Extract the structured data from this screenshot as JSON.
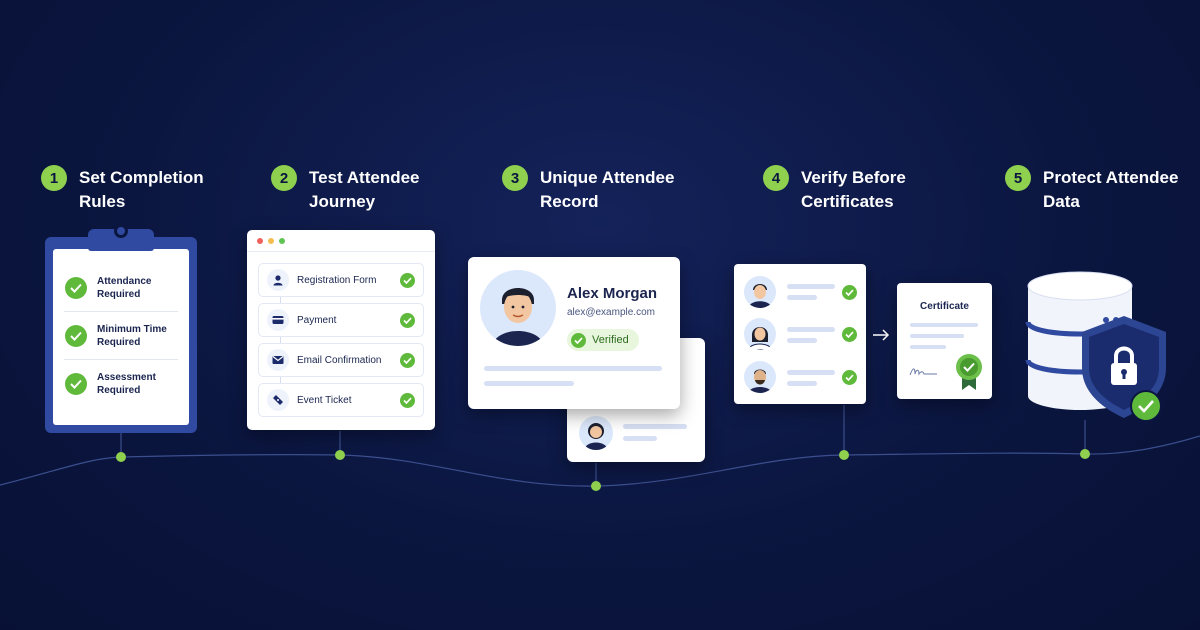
{
  "steps": [
    {
      "number": "1",
      "title": "Set Completion Rules"
    },
    {
      "number": "2",
      "title": "Test Attendee Journey"
    },
    {
      "number": "3",
      "title": "Unique Attendee Record"
    },
    {
      "number": "4",
      "title": "Verify Before Certificates"
    },
    {
      "number": "5",
      "title": "Protect Attendee Data"
    }
  ],
  "rules": [
    {
      "label": "Attendance Required",
      "icon": "check-icon"
    },
    {
      "label": "Minimum Time Required",
      "icon": "check-icon"
    },
    {
      "label": "Assessment Required",
      "icon": "check-icon"
    }
  ],
  "journey": [
    {
      "label": "Registration Form",
      "icon": "user-icon"
    },
    {
      "label": "Payment",
      "icon": "card-icon"
    },
    {
      "label": "Email Confirmation",
      "icon": "mail-icon"
    },
    {
      "label": "Event Ticket",
      "icon": "ticket-icon"
    }
  ],
  "record": {
    "name": "Alex Morgan",
    "email": "alex@example.com",
    "status": "Verified"
  },
  "certificate": {
    "title": "Certificate"
  },
  "colors": {
    "background": "#0b1640",
    "accent_green": "#8fd14f",
    "check_green": "#5fba3c",
    "brand_blue": "#2f4aa0"
  }
}
